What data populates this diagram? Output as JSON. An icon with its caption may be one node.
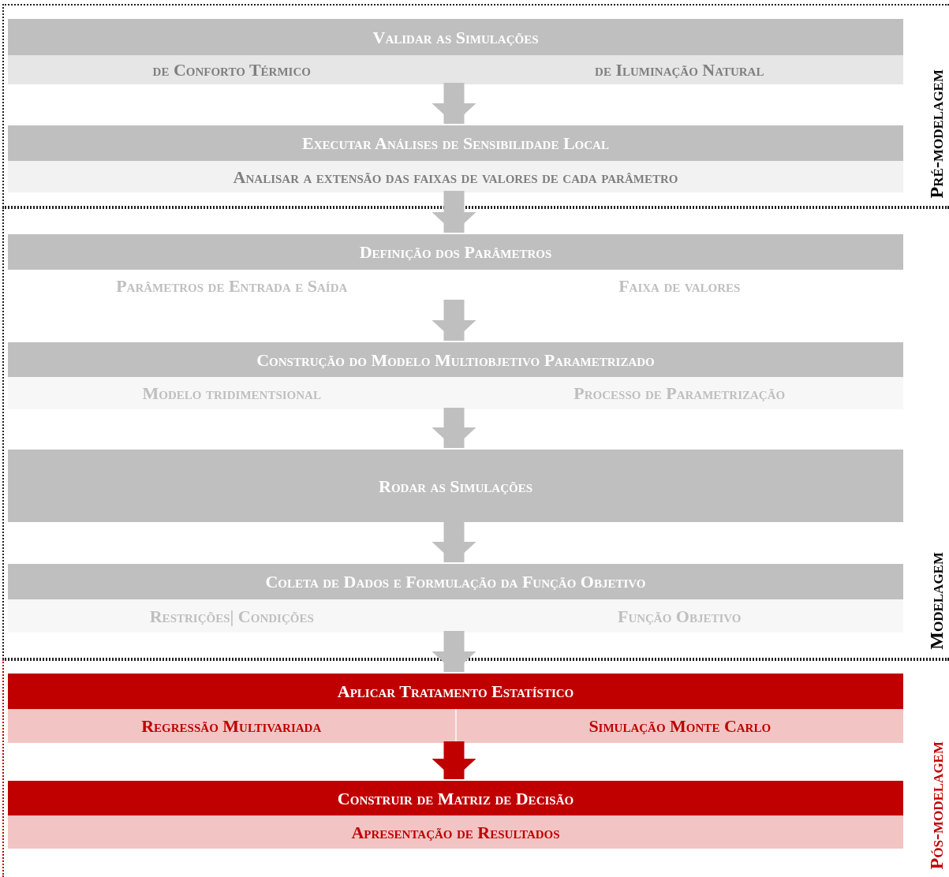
{
  "diagram": {
    "nodes": [
      {
        "text": [
          "Pré-modelagem"
        ]
      },
      {
        "text": [
          "Validar as Simulações",
          "de Conforto Térmico",
          "de Iluminação Natural"
        ],
        "in": 0
      },
      {
        "text": [
          "Executar Análises de Sensibilidade Local",
          "Analisar a extensão das faixas de valores de cada parâmetro"
        ],
        "in": 0
      },
      {
        "text": [
          "Modelagem"
        ]
      },
      {
        "text": [
          "Definição dos Parâmetros",
          "Parâmetros de Entrada e Saída",
          "Faixa de valores"
        ],
        "in": 3
      },
      {
        "text": [
          "Construção do Modelo Multiobjetivo Parametrizado",
          "Modelo tridimentsional",
          "Processo de Parametrização"
        ],
        "in": 3
      },
      {
        "text": [
          "Rodar as Simulações"
        ],
        "in": 3
      },
      {
        "text": [
          "Coleta de Dados e Formulação da Função Objetivo",
          "Restrições| Condições",
          "Função Objetivo"
        ],
        "in": 3
      },
      {
        "text": [
          "Pós-modelagem"
        ]
      },
      {
        "text": [
          "Aplicar Tratamento Estatístico",
          "Regressão Multivariada",
          "Simulação Monte Carlo"
        ],
        "in": 8
      },
      {
        "text": [
          "Construir de Matriz de Decisão",
          "Apresentação de Resultados"
        ],
        "in": 8
      }
    ],
    "edges": [
      {
        "from": 1,
        "to": 2,
        "arrow": "to"
      },
      {
        "from": 2,
        "to": 4,
        "arrow": "to"
      },
      {
        "from": 4,
        "to": 5,
        "arrow": "to"
      },
      {
        "from": 5,
        "to": 6,
        "arrow": "to"
      },
      {
        "from": 6,
        "to": 7,
        "arrow": "to"
      },
      {
        "from": 7,
        "to": 9,
        "arrow": "to"
      },
      {
        "from": 9,
        "to": 10,
        "arrow": "to",
        "color": "#c00000"
      }
    ]
  }
}
